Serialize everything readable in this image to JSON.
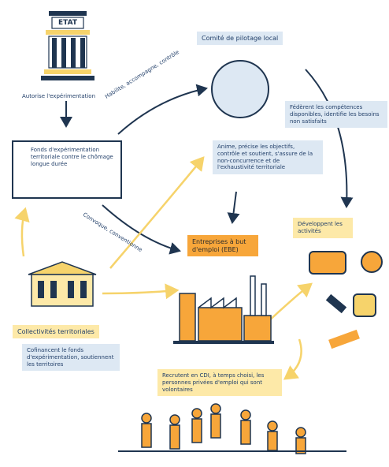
{
  "etat": {
    "title": "ETAT"
  },
  "labels": {
    "autorise": "Autorise l'expérimentation",
    "habilite": "Habilite, accompagne, contrôle",
    "convoque": "Convoque, conventionne",
    "fonds": "Fonds d'expérimentation territoriale contre le chômage longue durée",
    "comite": "Comité de pilotage local",
    "federe": "Fédèrent les compétences disponibles, identifie les besoins non satisfaits",
    "anime": "Anime, précise les objectifs, contrôle et soutient, s'assure de la non-concurrence et de l'exhaustivité territoriale",
    "developpent": "Développent les activités",
    "ebe": "Entreprises à but d'emploi (EBE)",
    "collectivites": "Collectivités territoriales",
    "cofinancent": "Cofinancent le fonds d'expérimentation, soutiennent les territoires",
    "recrutent": "Recrutent en CDI, à temps choisi, les personnes privées d'emploi qui sont volontaires"
  },
  "colors": {
    "orange": "#f7a63a",
    "yellow": "#f6d36b",
    "navy": "#1f3550",
    "blue_bg": "#dde8f3"
  }
}
